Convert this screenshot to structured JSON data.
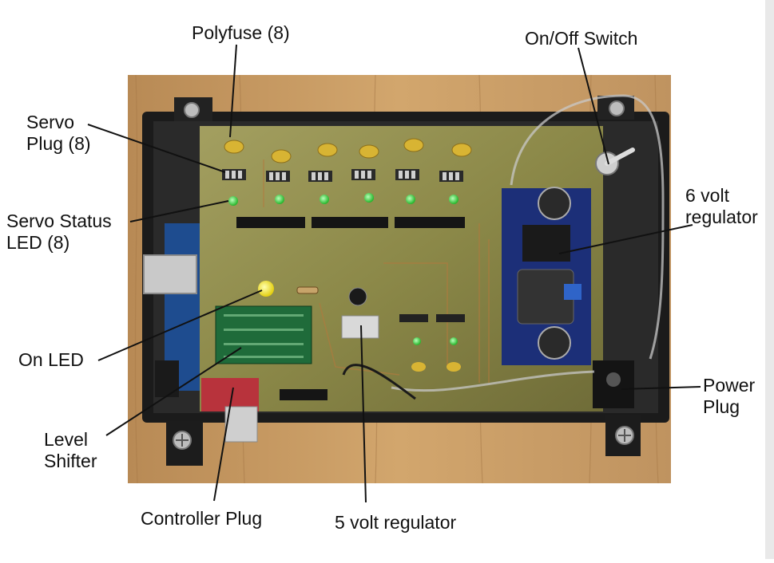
{
  "labels": {
    "polyfuse": "Polyfuse (8)",
    "onoff_switch": "On/Off Switch",
    "servo_plug": [
      "Servo",
      "Plug (8)"
    ],
    "servo_status_led": [
      "Servo Status",
      "LED (8)"
    ],
    "six_volt_regulator": [
      "6 volt",
      "regulator"
    ],
    "on_led": "On LED",
    "power_plug": [
      "Power",
      "Plug"
    ],
    "level_shifter": [
      "Level",
      "Shifter"
    ],
    "controller_plug": "Controller Plug",
    "five_volt_regulator": "5 volt regulator"
  },
  "colors": {
    "wood": "#c89a62",
    "enclosure": "#1a1a1a",
    "pcb": "#8d8a4e",
    "led_green": "#37d23b",
    "led_yellow": "#f2e21a",
    "fuse_yellow": "#d8b433",
    "module_blue": "#1c2f78",
    "shifter_green": "#1f6b3a",
    "controller_red": "#b8333c"
  }
}
